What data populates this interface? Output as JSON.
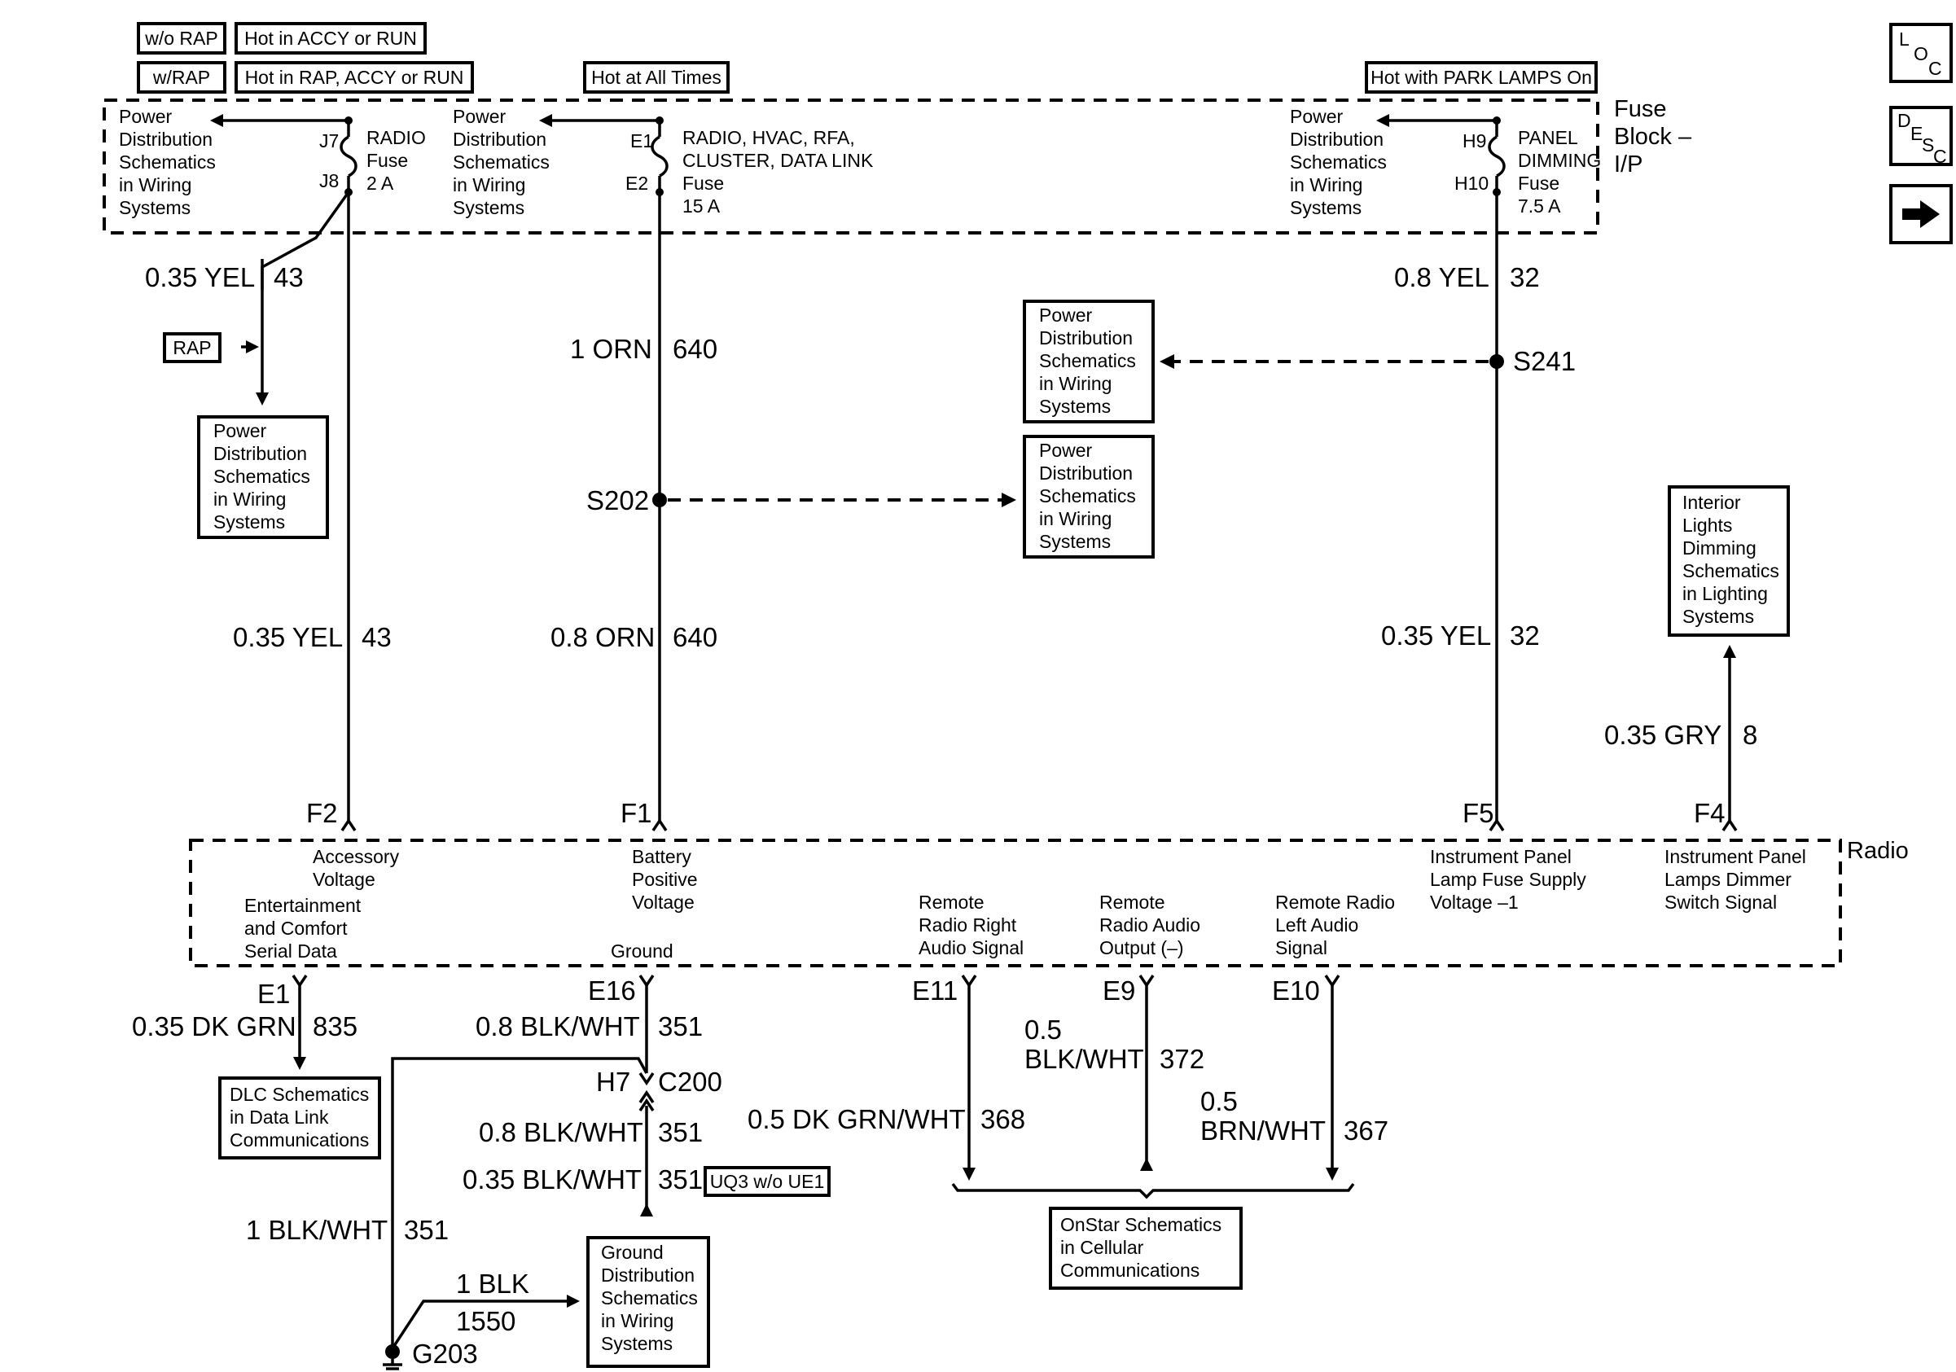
{
  "header": {
    "tag_wo_rap": "w/o RAP",
    "tag_hot_accy_run": "Hot in ACCY or RUN",
    "tag_w_rap": "w/RAP",
    "tag_hot_rap_accy_run": "Hot in RAP, ACCY or RUN",
    "tag_hot_all_times": "Hot at All Times",
    "tag_hot_park_lamps": "Hot with PARK LAMPS On"
  },
  "fuse_block": {
    "name_line1": "Fuse",
    "name_line2": "Block –",
    "name_line3": "I/P",
    "pd_ref": [
      "Power",
      "Distribution",
      "Schematics",
      "in Wiring",
      "Systems"
    ],
    "radio_fuse": {
      "pin_in": "J7",
      "pin_out": "J8",
      "lines": [
        "RADIO",
        "Fuse",
        "2 A"
      ]
    },
    "hvac_fuse": {
      "pin_in": "E1",
      "pin_out": "E2",
      "lines": [
        "RADIO, HVAC, RFA,",
        "CLUSTER, DATA LINK",
        "Fuse",
        "15 A"
      ]
    },
    "dimming_fuse": {
      "pin_in": "H9",
      "pin_out": "H10",
      "lines": [
        "PANEL",
        "DIMMING",
        "Fuse",
        "7.5 A"
      ]
    }
  },
  "wires": {
    "yel43_top": {
      "gauge": "0.35 YEL",
      "circuit": "43"
    },
    "yel43_mid": {
      "gauge": "0.35 YEL",
      "circuit": "43"
    },
    "orn640_top": {
      "gauge": "1 ORN",
      "circuit": "640"
    },
    "orn640_mid": {
      "gauge": "0.8 ORN",
      "circuit": "640"
    },
    "yel32_top": {
      "gauge": "0.8 YEL",
      "circuit": "32"
    },
    "yel32_mid": {
      "gauge": "0.35 YEL",
      "circuit": "32"
    },
    "gry8": {
      "gauge": "0.35 GRY",
      "circuit": "8"
    },
    "dkgrn835": {
      "gauge": "0.35 DK GRN",
      "circuit": "835"
    },
    "blkwht351_a": {
      "gauge": "0.8 BLK/WHT",
      "circuit": "351"
    },
    "blkwht351_b": {
      "gauge": "0.8 BLK/WHT",
      "circuit": "351"
    },
    "blkwht351_c": {
      "gauge": "0.35 BLK/WHT",
      "circuit": "351"
    },
    "blkwht351_d": {
      "gauge": "1 BLK/WHT",
      "circuit": "351"
    },
    "blk1550": {
      "gauge": "1 BLK",
      "circuit": "1550"
    },
    "dkgrnwht368": {
      "gauge": "0.5 DK GRN/WHT",
      "circuit": "368"
    },
    "blkwht372": {
      "gauge_line1": "0.5",
      "gauge_line2": "BLK/WHT",
      "circuit": "372"
    },
    "brnwht367": {
      "gauge_line1": "0.5",
      "gauge_line2": "BRN/WHT",
      "circuit": "367"
    }
  },
  "refs": {
    "rap": "RAP",
    "pd_lines": [
      "Power",
      "Distribution",
      "Schematics",
      "in Wiring",
      "Systems"
    ],
    "interior_lines": [
      "Interior",
      "Lights",
      "Dimming",
      "Schematics",
      "in Lighting",
      "Systems"
    ],
    "dlc_lines": [
      "DLC Schematics",
      "in Data Link",
      "Communications"
    ],
    "ground_lines": [
      "Ground",
      "Distribution",
      "Schematics",
      "in Wiring",
      "Systems"
    ],
    "onstar_lines": [
      "OnStar Schematics",
      "in Cellular",
      "Communications"
    ],
    "uq3_option": "UQ3 w/o UE1"
  },
  "splices": {
    "s241": "S241",
    "s202": "S202"
  },
  "connectors": {
    "c200": "C200",
    "c200_pin": "H7",
    "ground_g203": "G203"
  },
  "radio": {
    "name": "Radio",
    "pins_top": {
      "f2": "F2",
      "f1": "F1",
      "f5": "F5",
      "f4": "F4"
    },
    "pins_bottom": {
      "e1": "E1",
      "e16": "E16",
      "e11": "E11",
      "e9": "E9",
      "e10": "E10"
    },
    "labels": {
      "accessory": [
        "Accessory",
        "Voltage"
      ],
      "entertainment": [
        "Entertainment",
        "and Comfort",
        "Serial Data"
      ],
      "battery": [
        "Battery",
        "Positive",
        "Voltage"
      ],
      "ground": "Ground",
      "right_audio": [
        "Remote",
        "Radio Right",
        "Audio Signal"
      ],
      "audio_output": [
        "Remote",
        "Radio Audio",
        "Output (–)"
      ],
      "left_audio": [
        "Remote Radio",
        "Left Audio",
        "Signal"
      ],
      "ip_lamp_supply": [
        "Instrument Panel",
        "Lamp Fuse Supply",
        "Voltage –1"
      ],
      "ip_dimmer": [
        "Instrument Panel",
        "Lamps Dimmer",
        "Switch Signal"
      ]
    }
  },
  "nav": {
    "loc": {
      "l": "L",
      "o": "O",
      "c": "C"
    },
    "desc": {
      "d": "D",
      "e": "E",
      "s": "S",
      "c": "C"
    },
    "arrow_icon": "right-arrow-icon"
  }
}
